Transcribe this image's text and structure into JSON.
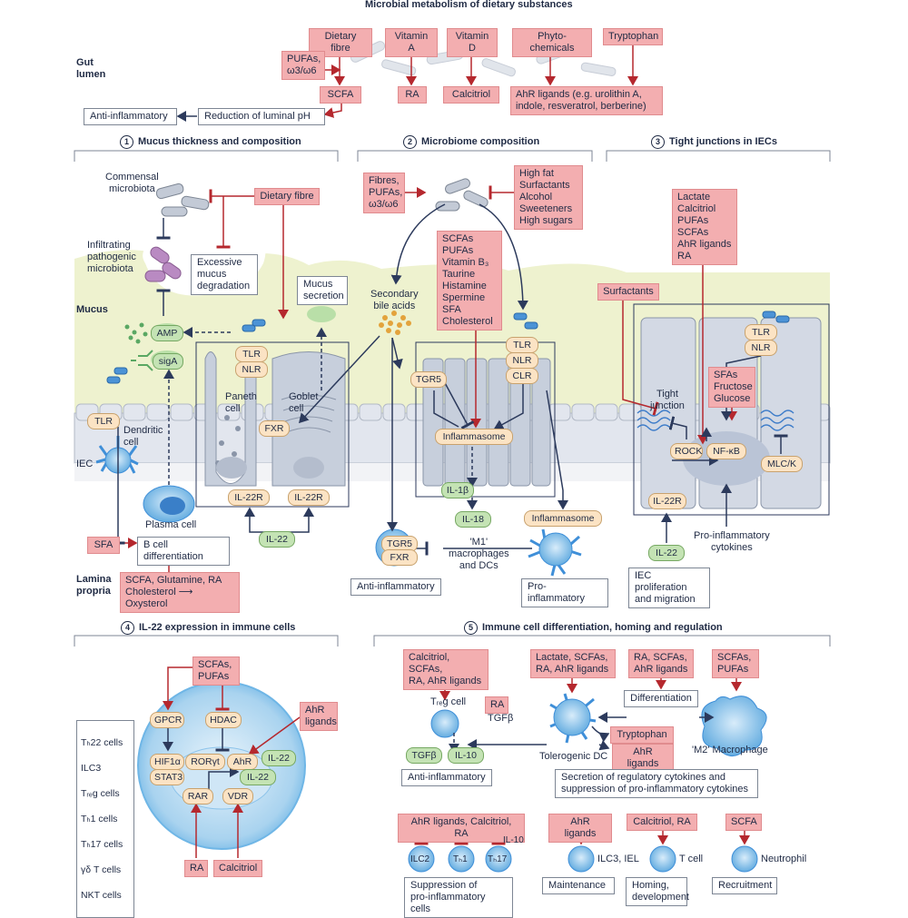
{
  "title": "Microbial metabolism of dietary substances",
  "side": {
    "gut_lumen": "Gut\nlumen",
    "mucus": "Mucus",
    "lamina_propria": "Lamina\npropria"
  },
  "top": {
    "dietary_fibre": "Dietary fibre",
    "vitamin_a": "Vitamin A",
    "vitamin_d": "Vitamin D",
    "phytochemicals": "Phyto-chemicals",
    "tryptophan": "Tryptophan",
    "pufas": "PUFAs,\nω3/ω6",
    "scfa": "SCFA",
    "ra": "RA",
    "calcitriol": "Calcitriol",
    "ahr_ligands": "AhR ligands (e.g. urolithin A,\nindole, resveratrol, berberine)",
    "anti_inflammatory": "Anti-inflammatory",
    "reduction_ph": "Reduction of luminal pH"
  },
  "sections": {
    "s1": {
      "num": "1",
      "title": "Mucus thickness and composition"
    },
    "s2": {
      "num": "2",
      "title": "Microbiome composition"
    },
    "s3": {
      "num": "3",
      "title": "Tight junctions in IECs"
    },
    "s4": {
      "num": "4",
      "title": "IL-22 expression in immune cells"
    },
    "s5": {
      "num": "5",
      "title": "Immune cell differentiation, homing and regulation"
    }
  },
  "p1": {
    "commensal": "Commensal\nmicrobiota",
    "dietary_fibre": "Dietary fibre",
    "infiltrating": "Infiltrating\npathogenic\nmicrobiota",
    "excessive": "Excessive\nmucus\ndegradation",
    "mucus_secretion": "Mucus\nsecretion",
    "amp": "AMP",
    "siga": "sigA",
    "tlr": "TLR",
    "nlr": "NLR",
    "tlr_dc": "TLR",
    "dendritic_cell": "Dendritic\ncell",
    "iec": "IEC",
    "paneth": "Paneth\ncell",
    "goblet": "Goblet\ncell",
    "fxr": "FXR",
    "il22r_a": "IL-22R",
    "il22r_b": "IL-22R",
    "il22": "IL-22",
    "plasma_cell": "Plasma cell",
    "sfa": "SFA",
    "b_cell_diff": "B cell differentiation",
    "scfa_glut": "SCFA, Glutamine, RA\nCholesterol ⟶ Oxysterol"
  },
  "p2": {
    "fibres": "Fibres,\nPUFAs,\nω3/ω6",
    "high_fat": "High fat\nSurfactants\nAlcohol\nSweeteners\nHigh sugars",
    "scfas_list": "SCFAs\nPUFAs\nVitamin B₃\nTaurine\nHistamine\nSpermine\nSFA\nCholesterol",
    "secondary_bile": "Secondary\nbile acids",
    "tgr5": "TGR5",
    "tlr": "TLR",
    "nlr": "NLR",
    "clr": "CLR",
    "inflammasome": "Inflammasome",
    "il1b": "IL-1β",
    "il18": "IL-18",
    "inflammasome2": "Inflammasome",
    "tgr5_b": "TGR5",
    "fxr_b": "FXR",
    "m1": "'M1'\nmacrophages\nand DCs",
    "anti": "Anti-inflammatory",
    "pro": "Pro-inflammatory"
  },
  "p3": {
    "lactate": "Lactate\nCalcitriol\nPUFAs\nSCFAs\nAhR ligands\nRA",
    "surfactants": "Surfactants",
    "tlr": "TLR",
    "nlr": "NLR",
    "tight_junction": "Tight\njunction",
    "sfas": "SFAs\nFructose\nGlucose",
    "rock": "ROCK",
    "nfkb": "NF-κB",
    "mlck": "MLC/K",
    "il22r": "IL-22R",
    "pro_cyt": "Pro-inflammatory\ncytokines",
    "il22": "IL-22",
    "iec_prolif": "IEC proliferation\nand migration"
  },
  "p4": {
    "scfas_pufas": "SCFAs,\nPUFAs",
    "ahr_ligands": "AhR\nligands",
    "cells": [
      "Tₕ22 cells",
      "ILC3",
      "Tᵣₑg cells",
      "Tₕ1 cells",
      "Tₕ17 cells",
      "γδ T  cells",
      "NKT  cells"
    ],
    "gpcr": "GPCR",
    "hdac": "HDAC",
    "hif1a": "HIF1α",
    "rorgt": "RORγt",
    "ahr": "AhR",
    "il22_a": "IL-22",
    "stat3": "STAT3",
    "il22_b": "IL-22",
    "rar": "RAR",
    "vdr": "VDR",
    "ra": "RA",
    "calcitriol": "Calcitriol"
  },
  "p5": {
    "calc_scfas": "Calcitriol, SCFAs,\nRA, AhR ligands",
    "lactate_scfas": "Lactate, SCFAs,\nRA, AhR ligands",
    "ra_scfas": "RA, SCFAs,\nAhR ligands",
    "scfas_pufas": "SCFAs,\nPUFAs",
    "treg": "Tᵣₑg cell",
    "ra": "RA",
    "tgfb": "TGFβ",
    "tgfb2": "TGFβ",
    "il10": "IL-10",
    "differentiation": "Differentiation",
    "tryptophan": "Tryptophan",
    "ahr_ligands": "AhR ligands",
    "tolerogenic": "Tolerogenic DC",
    "m2": "'M2' Macrophage",
    "anti": "Anti-inflammatory",
    "secretion": "Secretion of regulatory cytokines and\nsuppression of pro-inflammatory cytokines",
    "ahr_calc_ra": "AhR ligands, Calcitriol, RA",
    "il10_b": "IL-10",
    "ilc2": "ILC2",
    "th1": "Tₕ1",
    "th17": "Tₕ17",
    "suppression": "Suppression of\npro-inflammatory cells",
    "ahr_l": "AhR ligands",
    "ilc3_iel": "ILC3, IEL",
    "maintenance": "Maintenance",
    "calc_ra": "Calcitriol, RA",
    "tcell": "T cell",
    "homing": "Homing,\ndevelopment",
    "scfa": "SCFA",
    "neutrophil": "Neutrophil",
    "recruitment": "Recruitment"
  },
  "colors": {
    "red_box": "#f3aeb0",
    "pill": "#fbe3c4",
    "green_pill": "#c4e3b4",
    "cell_blue": "#6fb6e6",
    "mucus": "#eef2cf",
    "navy": "#1f2a44",
    "arrow_red": "#b5282e"
  }
}
